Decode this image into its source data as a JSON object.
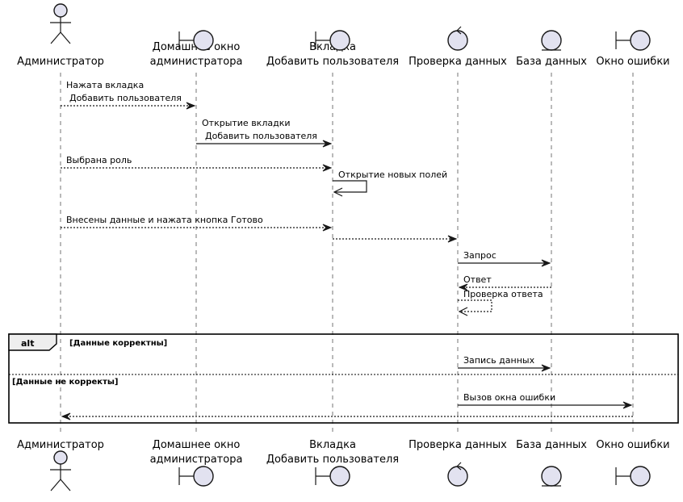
{
  "participants": [
    {
      "id": "admin",
      "kind": "actor",
      "lines": [
        "Администратор"
      ]
    },
    {
      "id": "home",
      "kind": "boundary",
      "lines": [
        "Домашнее окно",
        "администратора"
      ]
    },
    {
      "id": "tab",
      "kind": "boundary",
      "lines": [
        "Вкладка",
        "Добавить пользователя"
      ]
    },
    {
      "id": "check",
      "kind": "control",
      "lines": [
        "Проверка данных"
      ]
    },
    {
      "id": "db",
      "kind": "entity",
      "lines": [
        "База данных"
      ]
    },
    {
      "id": "err",
      "kind": "boundary",
      "lines": [
        "Окно ошибки"
      ]
    }
  ],
  "messages": [
    {
      "from": "admin",
      "to": "home",
      "dashed": true,
      "lines": [
        "Нажата вкладка",
        "Добавить пользователя"
      ]
    },
    {
      "from": "home",
      "to": "tab",
      "dashed": false,
      "lines": [
        "Открытие вкладки",
        "Добавить пользователя"
      ]
    },
    {
      "from": "admin",
      "to": "tab",
      "dashed": true,
      "lines": [
        "Выбрана роль"
      ]
    },
    {
      "from": "tab",
      "to": "tab",
      "dashed": false,
      "lines": [
        "Открытие новых полей"
      ]
    },
    {
      "from": "admin",
      "to": "tab",
      "dashed": true,
      "lines": [
        "Внесены данные и нажата кнопка Готово"
      ]
    },
    {
      "from": "tab",
      "to": "check",
      "dashed": true,
      "lines": []
    },
    {
      "from": "check",
      "to": "db",
      "dashed": false,
      "lines": [
        "Запрос"
      ]
    },
    {
      "from": "db",
      "to": "check",
      "dashed": true,
      "lines": [
        "Ответ"
      ]
    },
    {
      "from": "check",
      "to": "check",
      "dashed": true,
      "lines": [
        "Проверка ответа"
      ]
    },
    {
      "from": "check",
      "to": "db",
      "dashed": false,
      "lines": [
        "Запись данных"
      ]
    },
    {
      "from": "check",
      "to": "err",
      "dashed": false,
      "lines": [
        "Вызов окна ошибки"
      ]
    },
    {
      "from": "err",
      "to": "admin",
      "dashed": true,
      "lines": []
    }
  ],
  "alt": {
    "keyword": "alt",
    "guard1": "[Данные корректны]",
    "guard2": "[Данные не корректы]"
  }
}
